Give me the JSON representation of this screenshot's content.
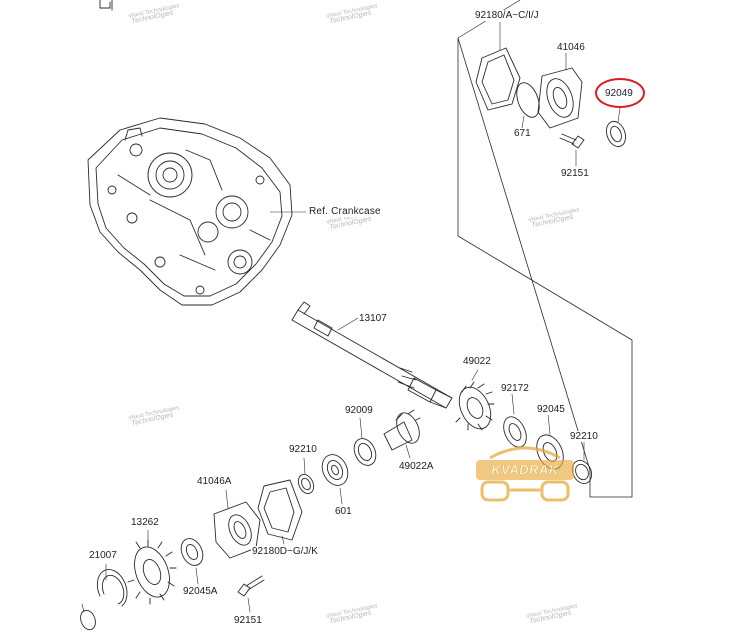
{
  "parts": {
    "p_92180_ac": "92180/A~C/I/J",
    "p_41046": "41046",
    "p_92049": "92049",
    "p_671": "671",
    "p_92151_top": "92151",
    "p_ref_crankcase": "Ref. Crankcase",
    "p_13107": "13107",
    "p_49022": "49022",
    "p_92172": "92172",
    "p_92045": "92045",
    "p_92009": "92009",
    "p_92210_right": "92210",
    "p_92210_left": "92210",
    "p_49022a": "49022A",
    "p_601": "601",
    "p_41046a": "41046A",
    "p_13262": "13262",
    "p_21007": "21007",
    "p_92180_gjk": "92180D~G/J/K",
    "p_92045a": "92045A",
    "p_92151_bottom": "92151"
  },
  "watermark": {
    "line1": "vNext Technologies",
    "line2": "TechnolOgies"
  },
  "logo": {
    "text": "KVADRAK",
    "color": "#e8a93a"
  },
  "colors": {
    "line": "#2a2a2a",
    "highlight": "#d81d24",
    "watermark": "#b8b8b8"
  }
}
